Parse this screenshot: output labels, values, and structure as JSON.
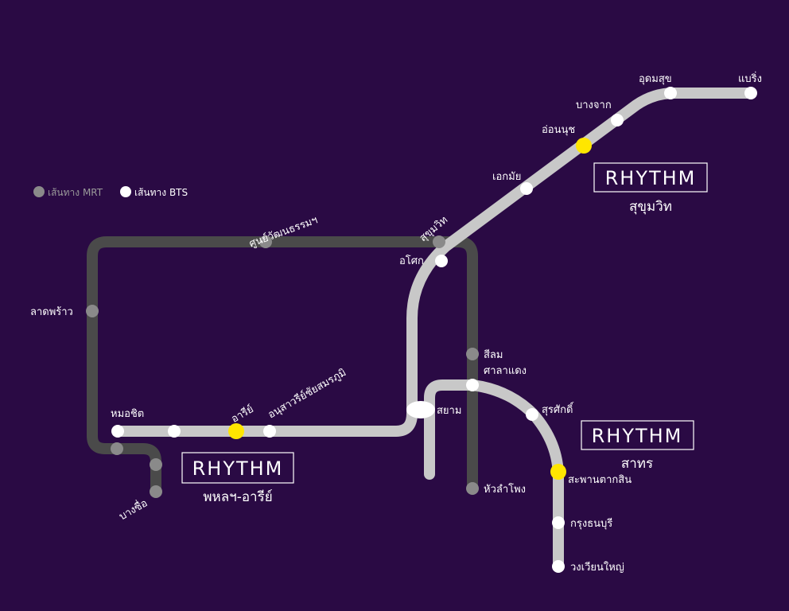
{
  "colors": {
    "background": "#2a0a44",
    "mrt_line": "#4a4a4a",
    "bts_line": "#c8c8c8",
    "mrt_station": "#8a8a8a",
    "bts_station": "#ffffff",
    "highlight_station": "#ffe600",
    "text": "#ffffff"
  },
  "legend": {
    "mrt": "เส้นทาง MRT",
    "bts": "เส้นทาง BTS"
  },
  "stations": {
    "bearing": "แบริ่ง",
    "udom_suk": "อุดมสุข",
    "bang_chak": "บางจาก",
    "on_nut": "อ่อนนุช",
    "ekkamai": "เอกมัย",
    "sukhumvit": "สุขุมวิท",
    "asok": "อโศก",
    "cultural_center": "ศูนย์วัฒนธรรมฯ",
    "lat_phrao": "ลาดพร้าว",
    "mo_chit": "หมอชิต",
    "ari": "อารีย์",
    "victory_monument": "อนุสาวรีย์ชัยสมรภูมิ",
    "siam": "สยาม",
    "silom": "สีลม",
    "sala_daeng": "ศาลาแดง",
    "surasak": "สุรศักดิ์",
    "saphan_taksin": "สะพานตากสิน",
    "krung_thon_buri": "กรุงธนบุรี",
    "wongwian_yai": "วงเวียนใหญ่",
    "hua_lamphong": "หัวลำโพง",
    "bang_sue": "บางซื่อ"
  },
  "projects": {
    "sukhumvit": {
      "brand": "RHYTHM",
      "location": "สุขุมวิท"
    },
    "sathorn": {
      "brand": "RHYTHM",
      "location": "สาทร"
    },
    "phahol_ari": {
      "brand": "RHYTHM",
      "location": "พหลฯ-อารีย์"
    }
  }
}
